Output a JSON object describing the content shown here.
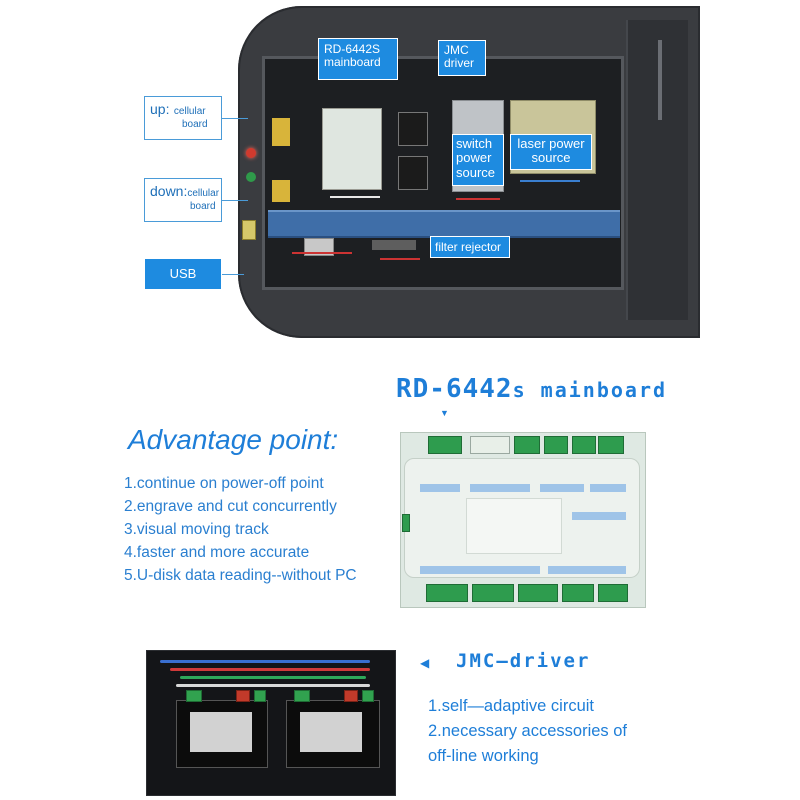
{
  "top_section": {
    "labels": {
      "mainboard_line1": "RD-6442S",
      "mainboard_line2": "mainboard",
      "jmc_line1": "JMC",
      "jmc_line2": "driver",
      "switch_line1": "switch",
      "switch_line2": "power",
      "switch_line3": "source",
      "laser_line1": "laser power",
      "laser_line2": "source",
      "filter": "filter rejector"
    },
    "side_labels": {
      "up_big": "up:",
      "up_small1": "cellular",
      "up_small2": "board",
      "down_big": "down:",
      "down_small1": "cellular",
      "down_small2": "board",
      "usb": "USB"
    }
  },
  "rd_section": {
    "title_prefix": "RD-6442",
    "title_suffix": "s mainboard",
    "advantage_title": "Advantage point:",
    "points": [
      "1.continue on power-off point",
      "2.engrave and cut concurrently",
      "3.visual moving track",
      "4.faster and more accurate",
      "5.U-disk data reading--without PC"
    ]
  },
  "jmc_section": {
    "title": "JMC—driver",
    "points": [
      "1.self—adaptive circuit",
      "2.necessary accessories of",
      "off-line working"
    ]
  },
  "colors": {
    "accent_blue": "#1e7ed8",
    "tag_blue": "#1e8be0",
    "cabinet_gray": "#3a3c40",
    "terminal_green": "#2e9c4e"
  },
  "icons": {
    "rd_pointer": "triangle-down",
    "jmc_pointer": "triangle-left"
  }
}
